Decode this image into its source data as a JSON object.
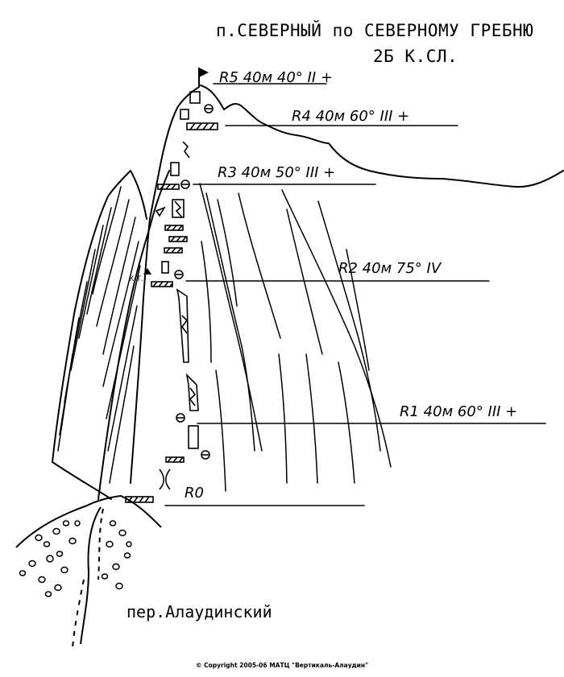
{
  "title": {
    "line1": "п.СЕВЕРНЫЙ по СЕВЕРНОМУ ГРЕБНЮ",
    "line2": "2Б К.СЛ."
  },
  "pitches": [
    {
      "id": "R5",
      "label": "R5 40м 40° II +"
    },
    {
      "id": "R4",
      "label": "R4 40м 60° III +"
    },
    {
      "id": "R3",
      "label": "R3 40м 50° III +"
    },
    {
      "id": "R2",
      "label": "R2 40м 75° IV"
    },
    {
      "id": "R1",
      "label": "R1 40м 60° III +"
    },
    {
      "id": "R0",
      "label": "R0"
    }
  ],
  "control_point": "К.Т.",
  "pass_name": "пер.Алаудинский",
  "copyright": "© Copyright 2005-06 МАТЦ \"Вертикаль-Алаудин\""
}
